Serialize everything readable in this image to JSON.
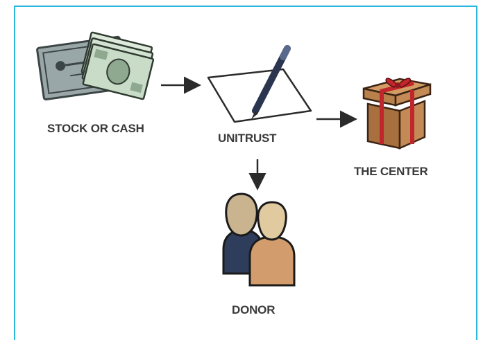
{
  "nodes": {
    "stock_or_cash": {
      "label": "STOCK OR CASH",
      "icon": "money-stack-icon"
    },
    "unitrust": {
      "label": "UNITRUST",
      "icon": "document-pen-icon"
    },
    "the_center": {
      "label": "THE CENTER",
      "icon": "gift-box-icon"
    },
    "donor": {
      "label": "DONOR",
      "icon": "people-icon"
    }
  },
  "colors": {
    "frame_border": "#29b7dc",
    "label_text": "#3a3a3a",
    "arrow": "#2b2b2b",
    "gift_box": "#b07a4a",
    "ribbon": "#c0262b",
    "person_back": "#2e3d5c",
    "person_front": "#d29c6d"
  }
}
